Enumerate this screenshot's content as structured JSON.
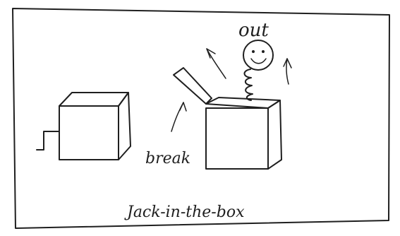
{
  "labels": {
    "out": "out",
    "break": "break",
    "caption": "Jack-in-the-box"
  },
  "colors": {
    "ink": "#1f1f1f",
    "paper": "#ffffff"
  }
}
